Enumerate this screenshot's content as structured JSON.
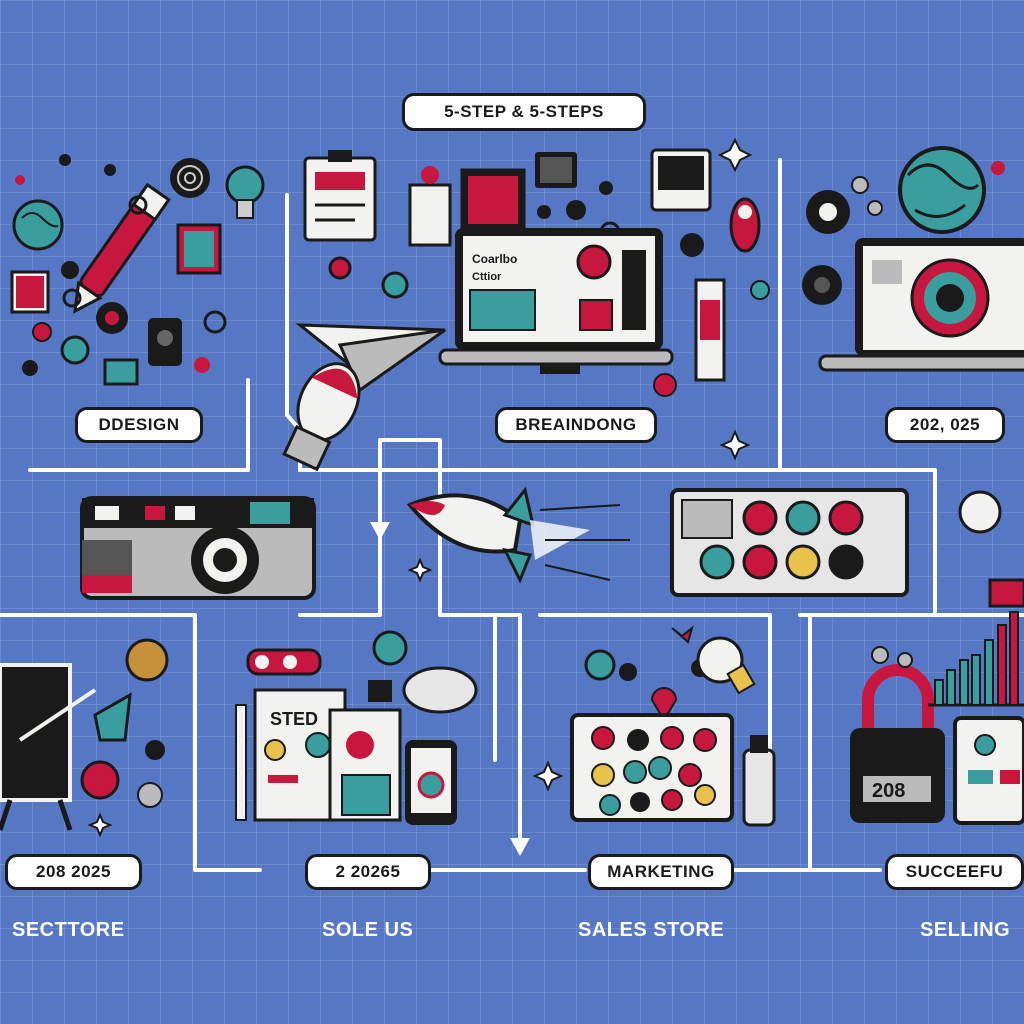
{
  "title": "5-STEP & 5-STEPS",
  "labels": {
    "design": "DDESIGN",
    "branding": "BREAINDONG",
    "year_a": "202, 025",
    "year_b": "208 2025",
    "year_c": "2 20265",
    "marketing": "MARKETING",
    "success": "SUCCEEFU"
  },
  "captions": {
    "sectore": "SECTTORE",
    "sole_us": "SOLE US",
    "sales_store": "SALES STORE",
    "selling": "SELLING"
  },
  "screen_texts": {
    "laptop_heading": "Coarlbo",
    "laptop_sub": "Cttior",
    "notebook": "STED",
    "lock_number": "208"
  },
  "colors": {
    "background": "#5577c4",
    "accent_red": "#c8173f",
    "accent_teal": "#3a9e9e",
    "ink": "#1a1a1a",
    "paper": "#f2f2ee"
  }
}
